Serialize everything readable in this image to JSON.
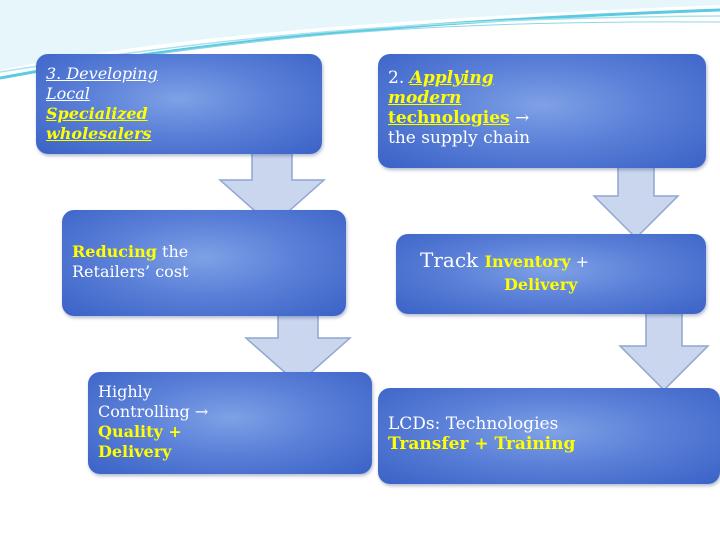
{
  "colors": {
    "box_fill": "#5b80d8",
    "highlight": "#ffff00",
    "arrow_fill": "#c9d6ee",
    "wave": "#40c0d8"
  },
  "left_column": {
    "box1": {
      "line1": "3. Developing",
      "line2": "Local",
      "line3": "Specialized",
      "line4": "wholesalers"
    },
    "box2": {
      "word1": "Reducing",
      "word2": " the",
      "line2": "Retailers’ cost"
    },
    "box3": {
      "line1": "Highly",
      "line2": "Controlling",
      "line3": "Quality +",
      "line4": "Delivery"
    }
  },
  "right_column": {
    "box1": {
      "prefix": "2. ",
      "word1": "Applying",
      "line2": "modern",
      "line3": "technologies",
      "line4": "the supply chain"
    },
    "box2": {
      "word1": "Track ",
      "word2": "Inventory",
      "word3": " +",
      "line2": "Delivery"
    },
    "box3": {
      "line1": "LCDs: Technologies",
      "line2": "Transfer + Training"
    }
  },
  "arrow_glyph": "→"
}
